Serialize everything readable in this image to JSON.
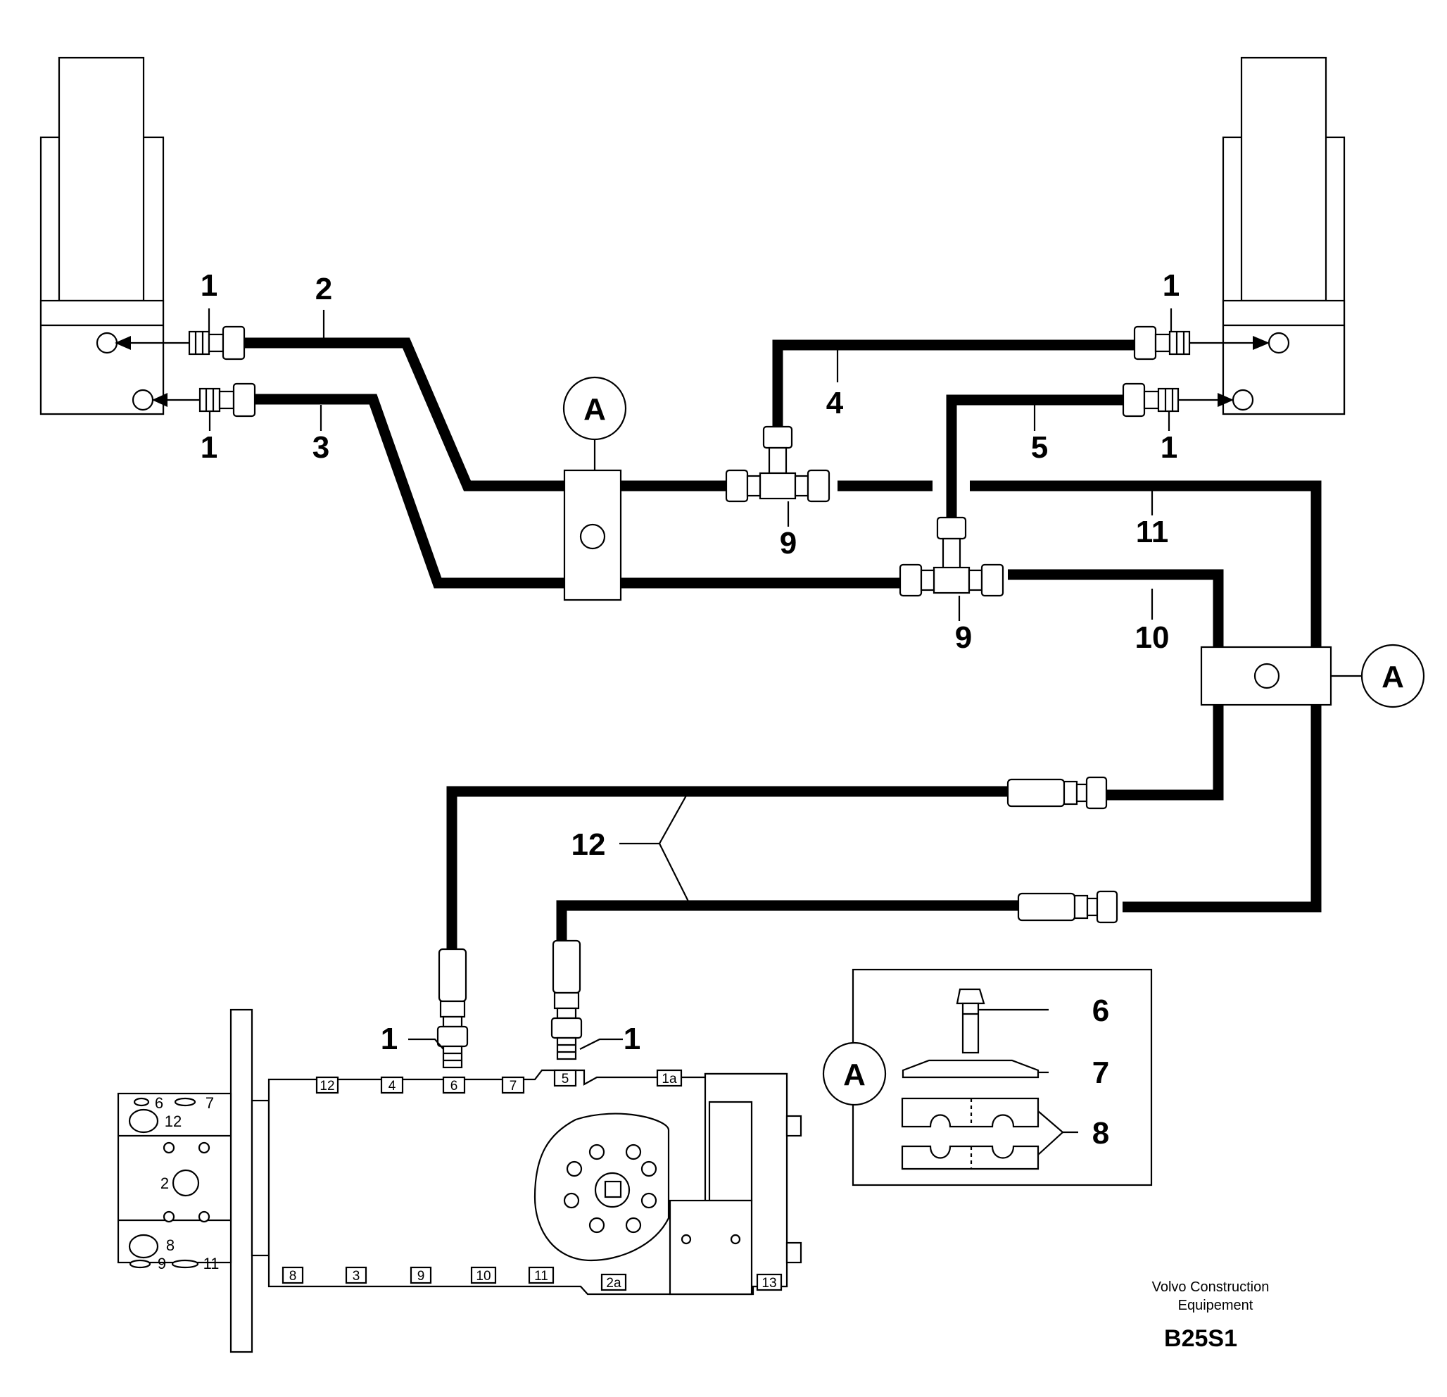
{
  "diagram": {
    "callouts": {
      "fitting_top_left_upper": "1",
      "fitting_top_left_lower": "1",
      "hose_2": "2",
      "hose_3": "3",
      "fitting_top_right_upper": "1",
      "fitting_top_right_lower": "1",
      "hose_4": "4",
      "hose_5": "5",
      "tee_upper": "9",
      "tee_lower": "9",
      "hose_11": "11",
      "hose_10": "10",
      "hose_12": "12",
      "fitting_valve_left": "1",
      "fitting_valve_right": "1",
      "bolt": "6",
      "washer": "7",
      "clamp": "8"
    },
    "detail_marker": "A",
    "valve_ports": [
      "12",
      "4",
      "6",
      "7",
      "5",
      "1a",
      "8",
      "3",
      "9",
      "10",
      "11",
      "2a",
      "13"
    ],
    "side_ports": [
      "6",
      "7",
      "12",
      "2",
      "8",
      "9",
      "11"
    ]
  },
  "footer": {
    "manufacturer_line1": "Volvo Construction",
    "manufacturer_line2": "Equipement",
    "figure_code": "B25S1"
  }
}
